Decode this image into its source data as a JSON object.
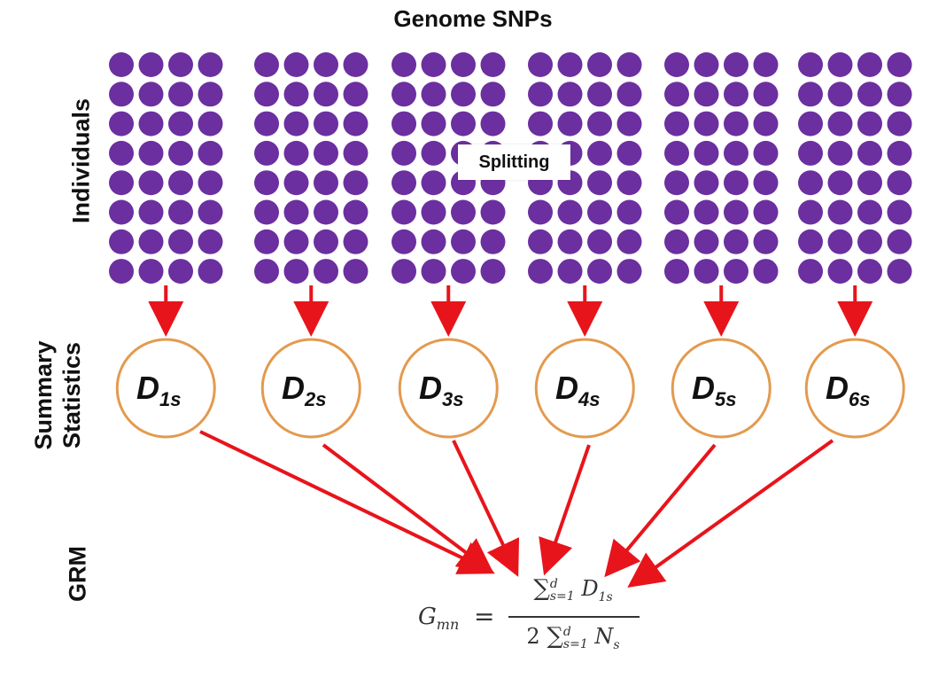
{
  "title": "Genome SNPs",
  "axis_labels": {
    "individuals": "Individuals",
    "summary_line1": "Summary",
    "summary_line2": "Statistics",
    "grm": "GRM"
  },
  "splitting_label": "Splitting",
  "grid": {
    "groups": 6,
    "columns_per_group": 4,
    "rows": 8
  },
  "stats": [
    {
      "main": "D",
      "sub": "1s"
    },
    {
      "main": "D",
      "sub": "2s"
    },
    {
      "main": "D",
      "sub": "3s"
    },
    {
      "main": "D",
      "sub": "4s"
    },
    {
      "main": "D",
      "sub": "5s"
    },
    {
      "main": "D",
      "sub": "6s"
    }
  ],
  "formula": {
    "lhs_main": "G",
    "lhs_sub": "mn",
    "equals": "=",
    "num_sigma": "∑",
    "num_upper": "d",
    "num_lower": "s=1",
    "num_term_main": "D",
    "num_term_sub": "1s",
    "den_coeff": "2",
    "den_sigma": "∑",
    "den_upper": "d",
    "den_lower": "s=1",
    "den_term_main": "N",
    "den_term_sub": "s"
  },
  "colors": {
    "dot": "#6b2fa0",
    "arrow": "#e8141b",
    "circle_stroke": "#e39a4e"
  }
}
